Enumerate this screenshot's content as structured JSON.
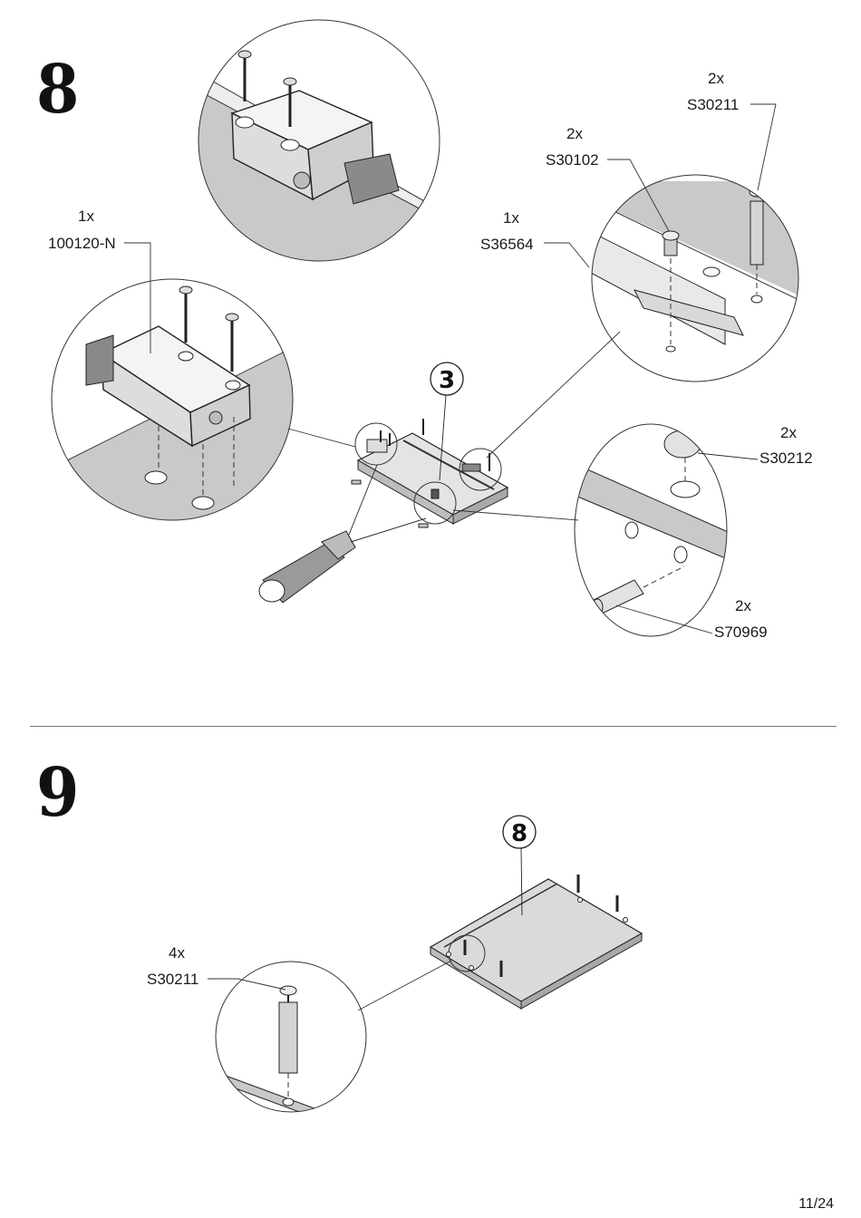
{
  "steps": [
    {
      "number": "8",
      "assembly_ref": "3",
      "parts": [
        {
          "qty": "1x",
          "code": "100120-N"
        },
        {
          "qty": "2x",
          "code": "S30211"
        },
        {
          "qty": "2x",
          "code": "S30102"
        },
        {
          "qty": "1x",
          "code": "S36564"
        },
        {
          "qty": "2x",
          "code": "S30212"
        },
        {
          "qty": "2x",
          "code": "S70969"
        }
      ]
    },
    {
      "number": "9",
      "assembly_ref": "8",
      "parts": [
        {
          "qty": "4x",
          "code": "S30211"
        }
      ]
    }
  ],
  "page": "11/24"
}
